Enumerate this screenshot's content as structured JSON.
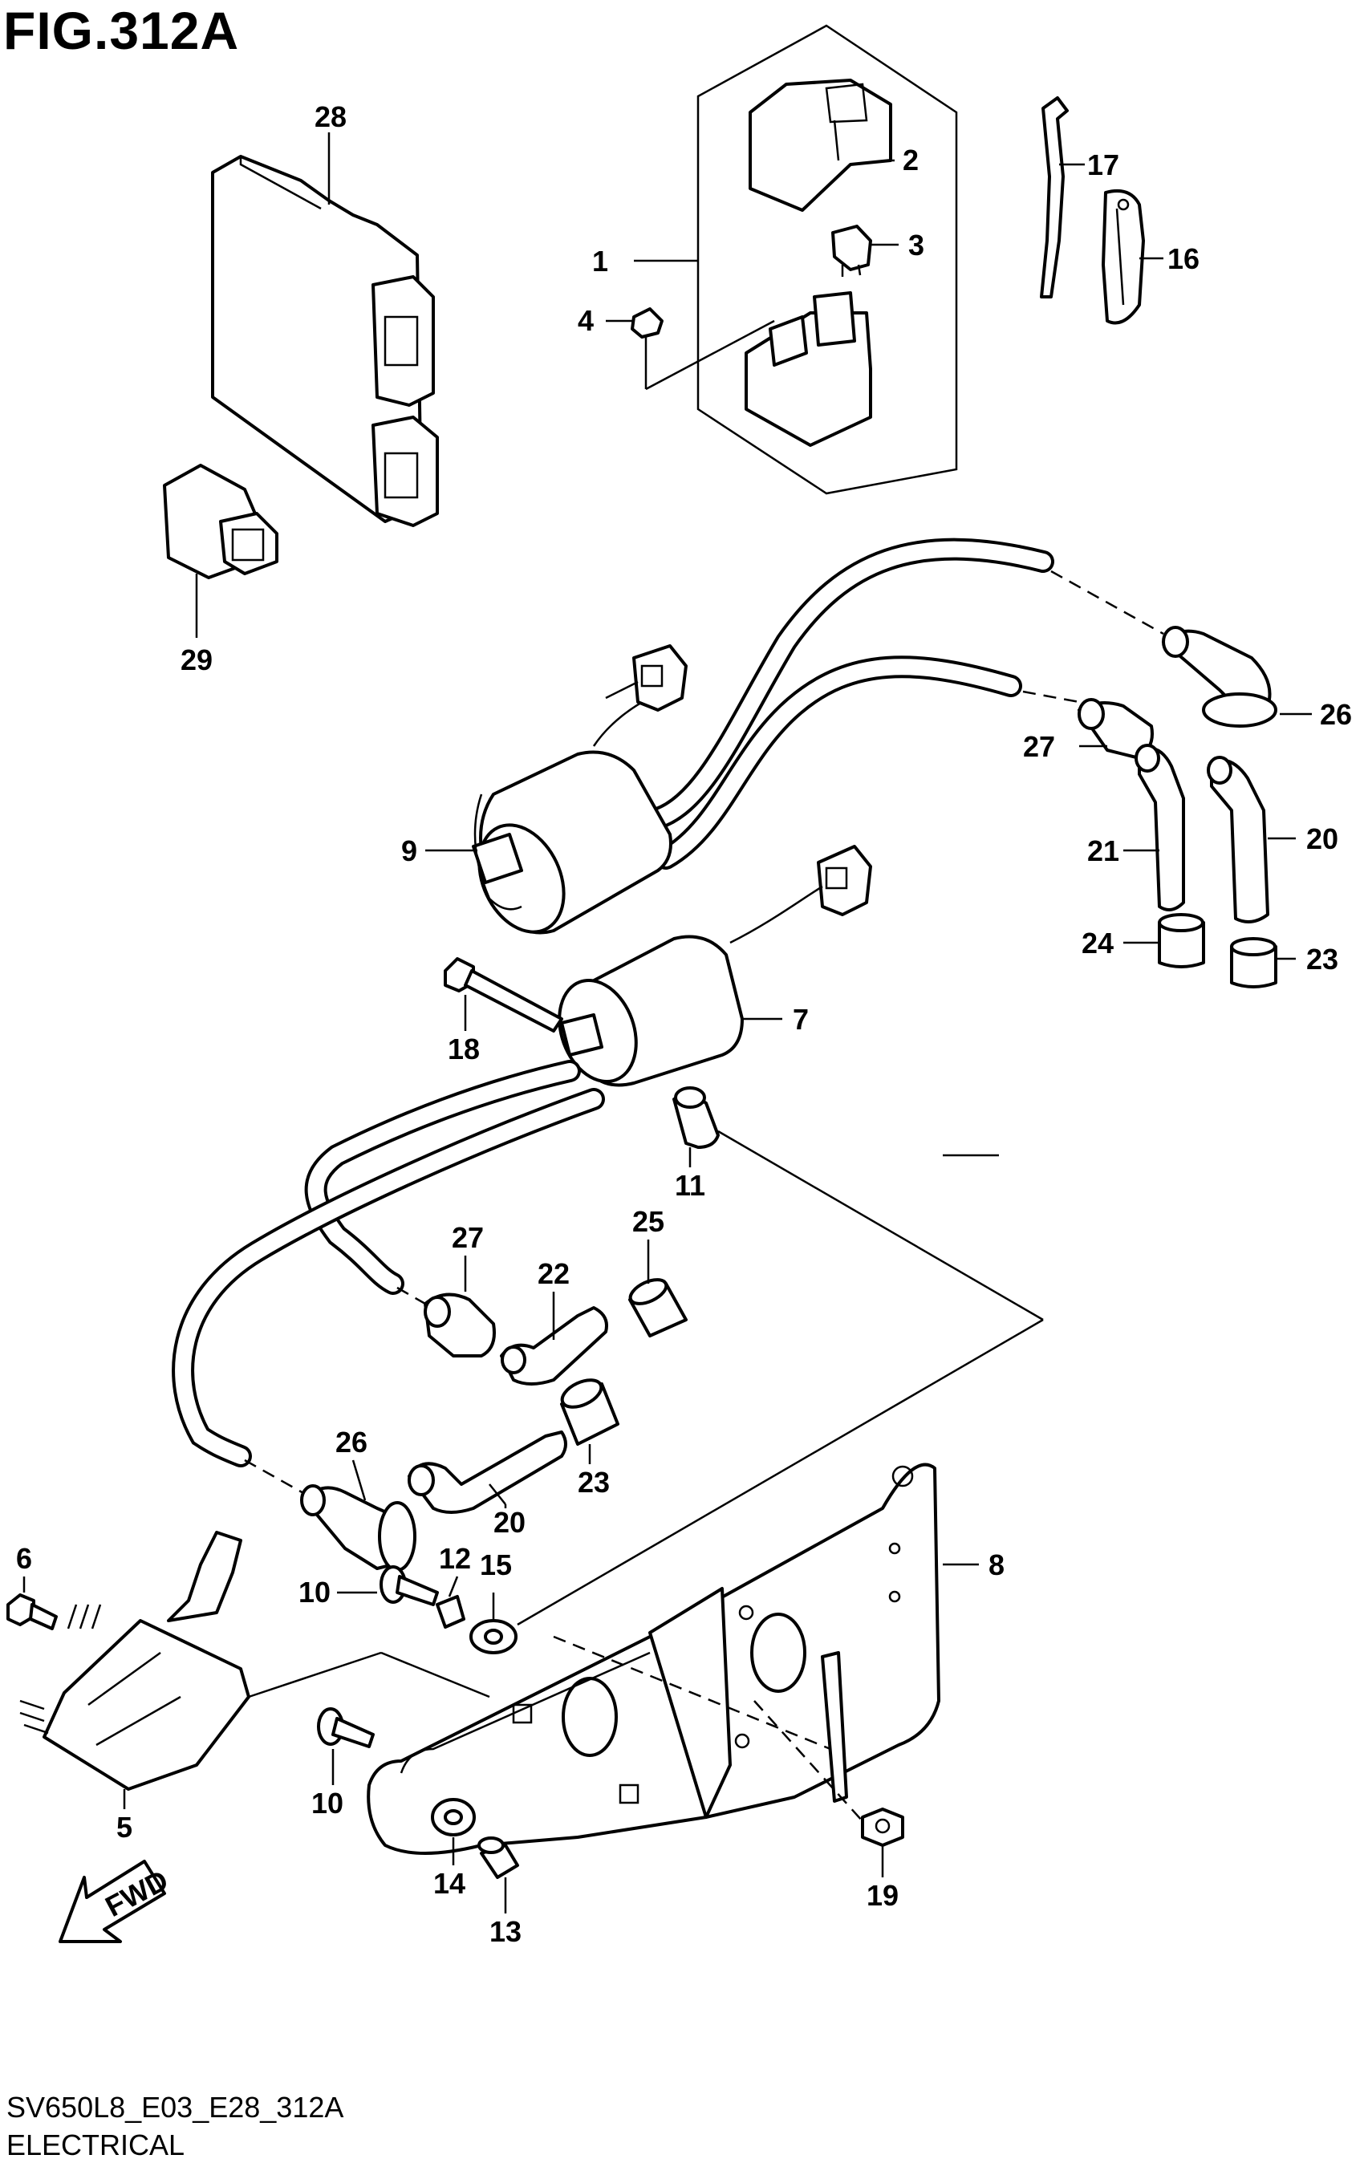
{
  "figure": {
    "title": "FIG.312A",
    "code": "SV650L8_E03_E28_312A",
    "caption": "ELECTRICAL"
  },
  "fwd_label": "FWD",
  "callouts": [
    "1",
    "2",
    "3",
    "4",
    "5",
    "6",
    "7",
    "8",
    "9",
    "10",
    "11",
    "12",
    "13",
    "14",
    "15",
    "16",
    "17",
    "18",
    "19",
    "20",
    "21",
    "22",
    "23",
    "24",
    "25",
    "26",
    "27",
    "28",
    "29"
  ]
}
